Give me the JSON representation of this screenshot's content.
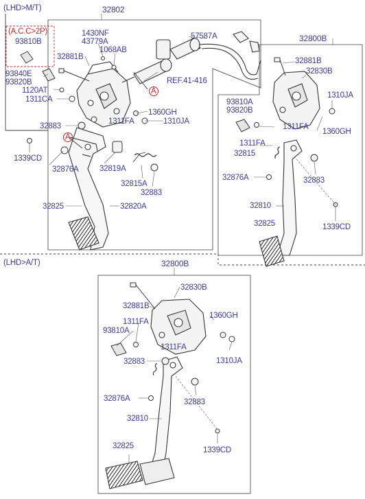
{
  "sections": {
    "mt": "(LHD>M/T)",
    "at": "(LHD>A/T)",
    "acc": "(A.C.C>2P)"
  },
  "callout_a": "A",
  "mt": {
    "assy": "32802",
    "acc_switch": "93810B",
    "n_1430nf": "1430NF",
    "n_43779a": "43779A",
    "n_1068ab": "1068AB",
    "n_57587a": "57587A",
    "n_32881b": "32881B",
    "n_93840e": "93840E",
    "n_93820b": "93820B",
    "n_1120at": "1120AT",
    "n_1311ca": "1311CA",
    "ref": "REF.41-416",
    "n_1360gh": "1360GH",
    "n_1311fa": "1311FA",
    "n_1310ja": "1310JA",
    "n_32883a": "32883",
    "n_32876a": "32876A",
    "n_32819a": "32819A",
    "n_32815a": "32815A",
    "n_32883b": "32883",
    "n_32825": "32825",
    "n_32820a": "32820A",
    "n_1339cd": "1339CD"
  },
  "right": {
    "assy": "32800B",
    "n_32881b": "32881B",
    "n_32830b": "32830B",
    "n_1310ja": "1310JA",
    "n_93810a": "93810A",
    "n_93820b": "93820B",
    "n_1360gh": "1360GH",
    "n_1311fa_a": "1311FA",
    "n_1311fa_b": "1311FA",
    "n_32815": "32815",
    "n_32876a": "32876A",
    "n_32883": "32883",
    "n_32810": "32810",
    "n_32825": "32825",
    "n_1339cd": "1339CD"
  },
  "at": {
    "assy": "32800B",
    "n_32830b": "32830B",
    "n_32881b": "32881B",
    "n_1360gh": "1360GH",
    "n_1311fa_a": "1311FA",
    "n_93810a": "93810A",
    "n_1311fa_b": "1311FA",
    "n_1310ja": "1310JA",
    "n_32883a": "32883",
    "n_32876a": "32876A",
    "n_32883b": "32883",
    "n_32810": "32810",
    "n_1339cd": "1339CD",
    "n_32825": "32825"
  }
}
